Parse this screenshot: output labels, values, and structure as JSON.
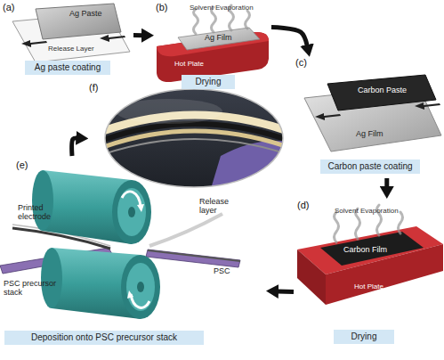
{
  "diagram": {
    "nodes": [
      {
        "text": [
          "(a)"
        ]
      },
      {
        "text": [
          "Ag paste coating"
        ],
        "in": 0
      },
      {
        "text": [
          "(b)"
        ]
      },
      {
        "text": [
          "Drying"
        ],
        "in": 2
      },
      {
        "text": [
          "(c)"
        ]
      },
      {
        "text": [
          "Carbon paste coating"
        ],
        "in": 4
      },
      {
        "text": [
          "(d)"
        ]
      },
      {
        "text": [
          "Drying"
        ],
        "in": 6
      },
      {
        "text": [
          "(e)"
        ]
      },
      {
        "text": [
          "Deposition onto PSC precursor stack"
        ],
        "in": 8
      },
      {
        "text": [
          "(f)"
        ]
      }
    ],
    "edges": [
      {
        "from": 0,
        "to": 2,
        "arrow": "to"
      },
      {
        "from": 2,
        "to": 4,
        "arrow": "to"
      },
      {
        "from": 4,
        "to": 6,
        "arrow": "to"
      },
      {
        "from": 6,
        "to": 8,
        "arrow": "to"
      },
      {
        "from": 8,
        "to": 10,
        "arrow": "to"
      }
    ],
    "labels": [
      "Ag Paste",
      "Release Layer",
      "Solvent Evaporation",
      "Ag Film",
      "Hot Plate",
      "Carbon Paste",
      "Ag Film",
      "Solvent Evaporation",
      "Carbon Film",
      "Hot Plate",
      "Printed electrode",
      "Release layer",
      "PSC",
      "PSC precursor stack"
    ]
  }
}
